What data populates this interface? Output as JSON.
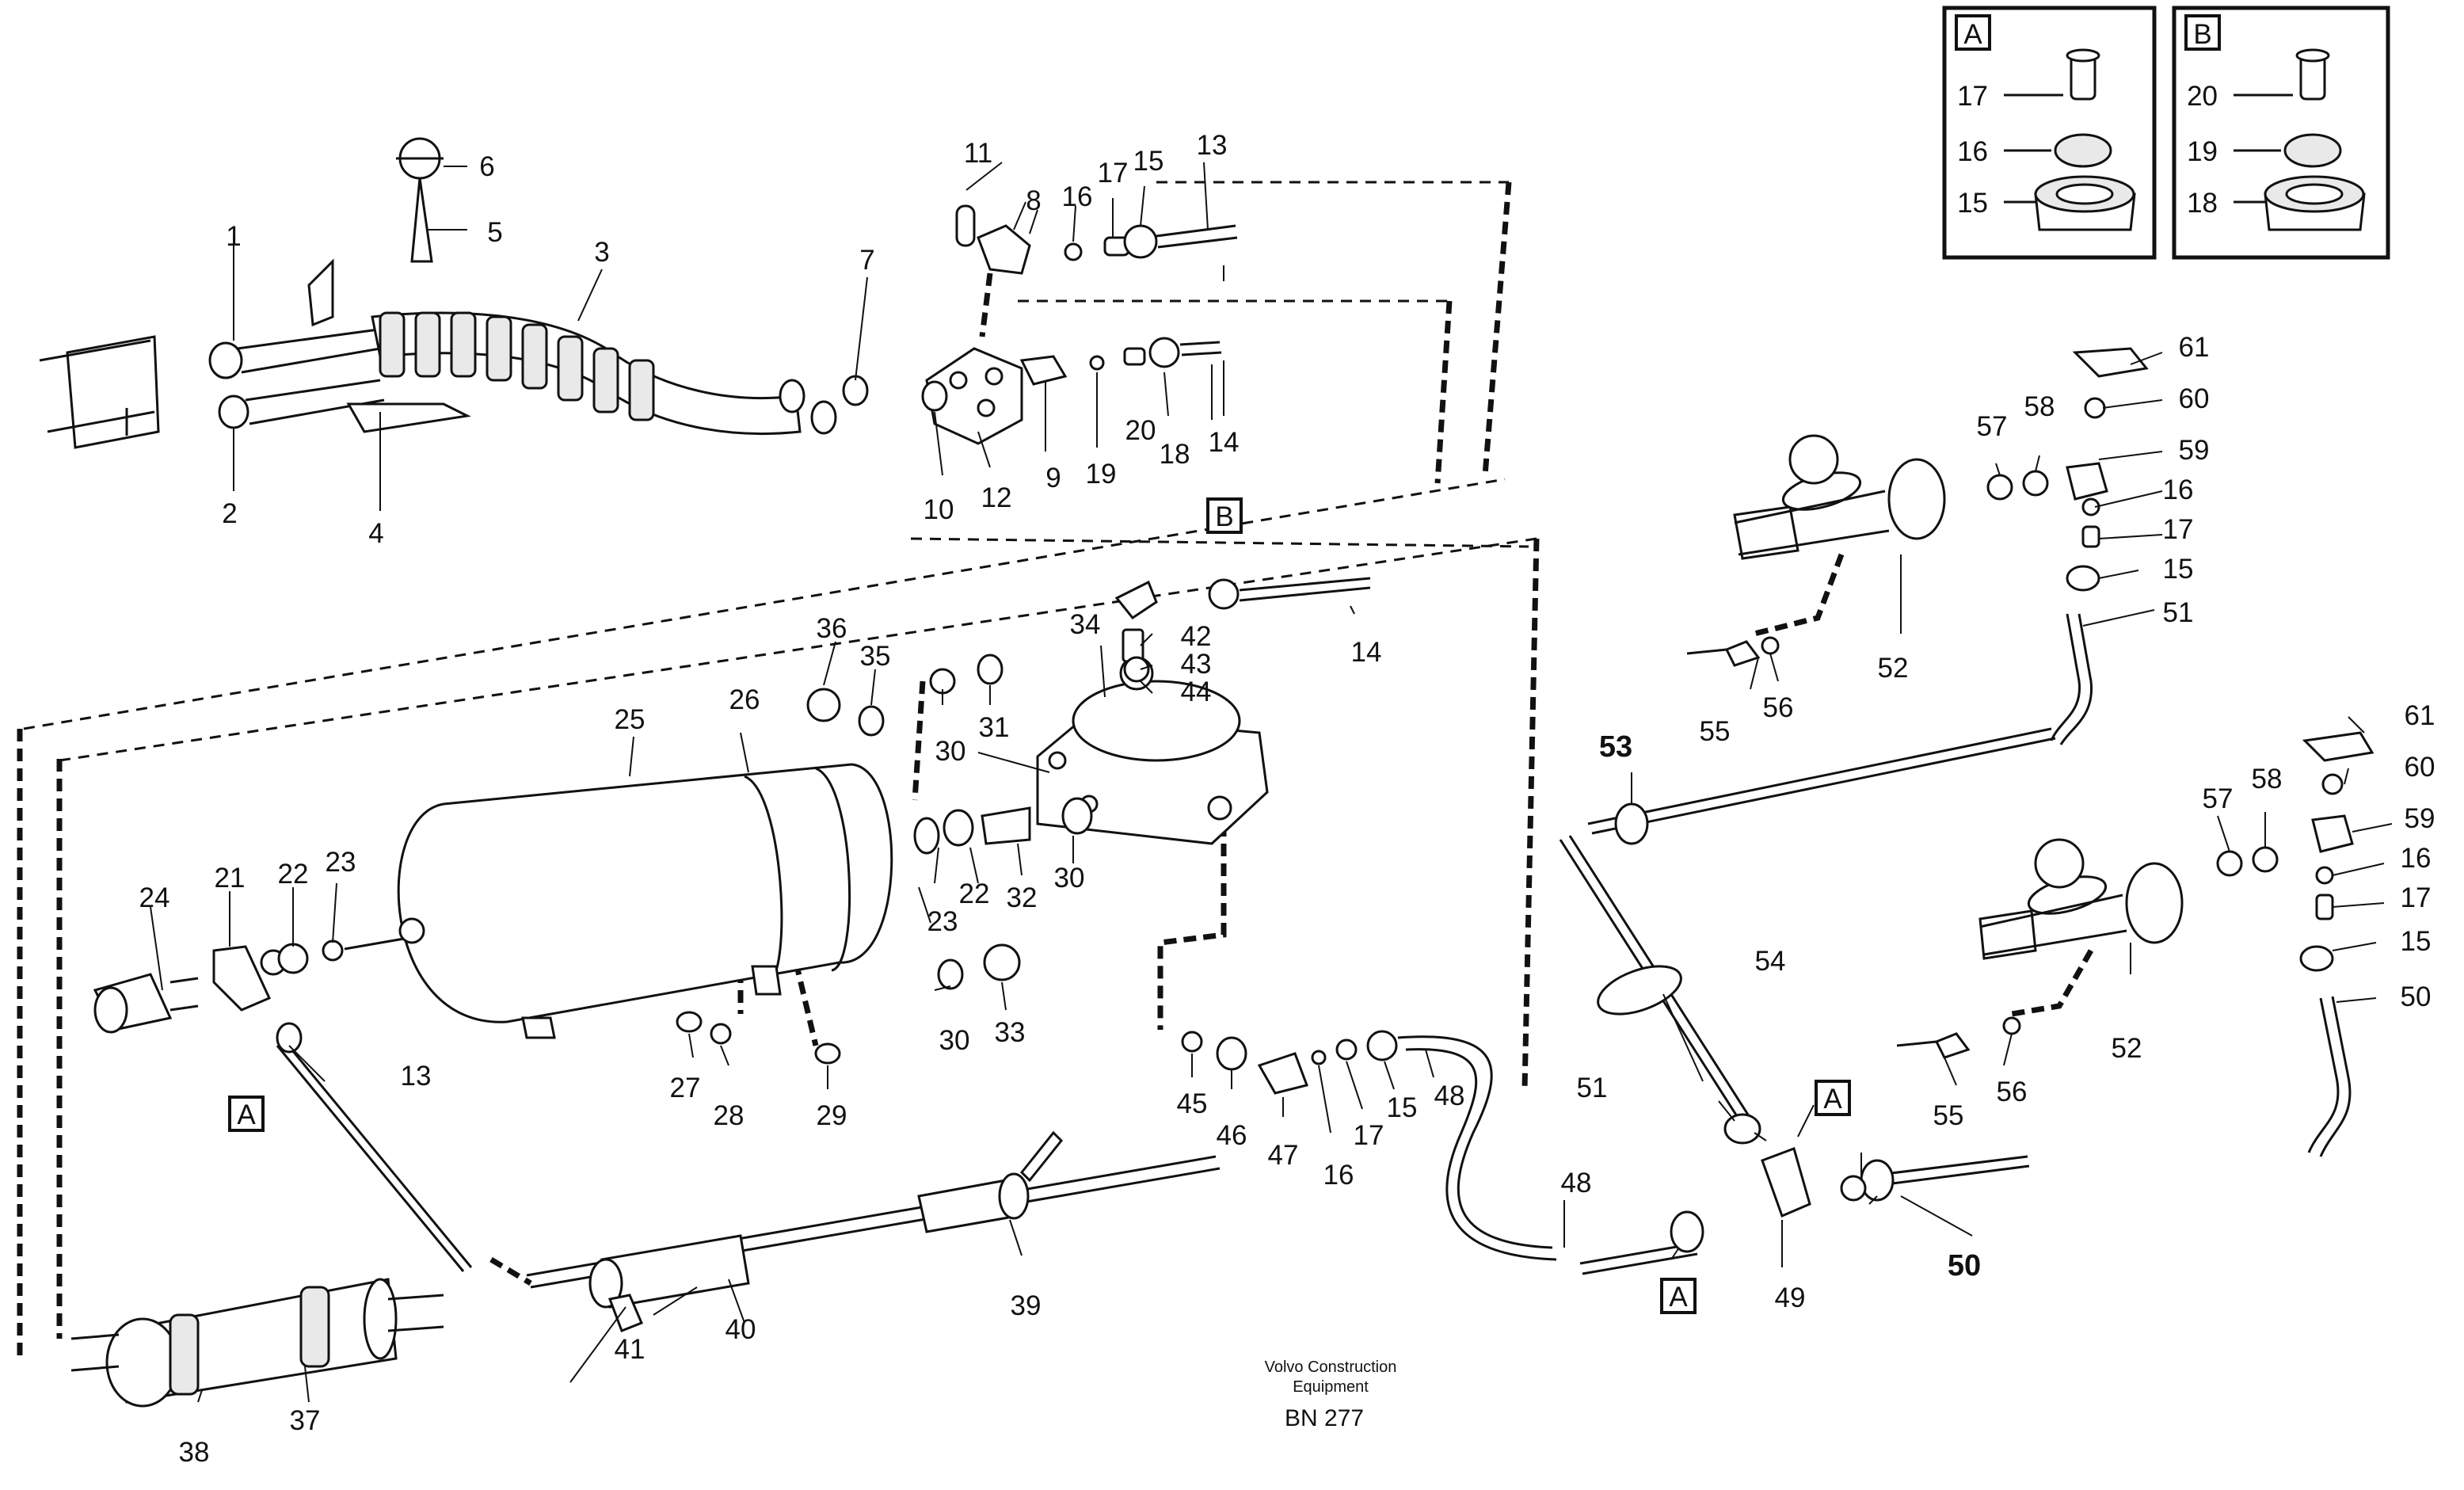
{
  "caption": {
    "line1": "Volvo Construction",
    "line2": "Equipment",
    "code": "BN 277"
  },
  "insets": {
    "A": {
      "tag": "A",
      "labels": [
        "17",
        "16",
        "15"
      ]
    },
    "B": {
      "tag": "B",
      "labels": [
        "20",
        "19",
        "18"
      ]
    }
  },
  "part_labels": [
    "1",
    "2",
    "3",
    "4",
    "5",
    "6",
    "7",
    "8",
    "9",
    "10",
    "11",
    "12",
    "13",
    "14",
    "15",
    "16",
    "17",
    "18",
    "19",
    "20",
    "21",
    "22",
    "23",
    "24",
    "25",
    "26",
    "27",
    "28",
    "29",
    "30",
    "31",
    "32",
    "33",
    "34",
    "35",
    "36",
    "37",
    "38",
    "39",
    "40",
    "41",
    "42",
    "43",
    "44",
    "45",
    "46",
    "47",
    "48",
    "49",
    "50",
    "51",
    "52",
    "53",
    "54",
    "55",
    "56",
    "57",
    "58",
    "59",
    "60",
    "61"
  ],
  "ref_tags": [
    "A",
    "B"
  ]
}
